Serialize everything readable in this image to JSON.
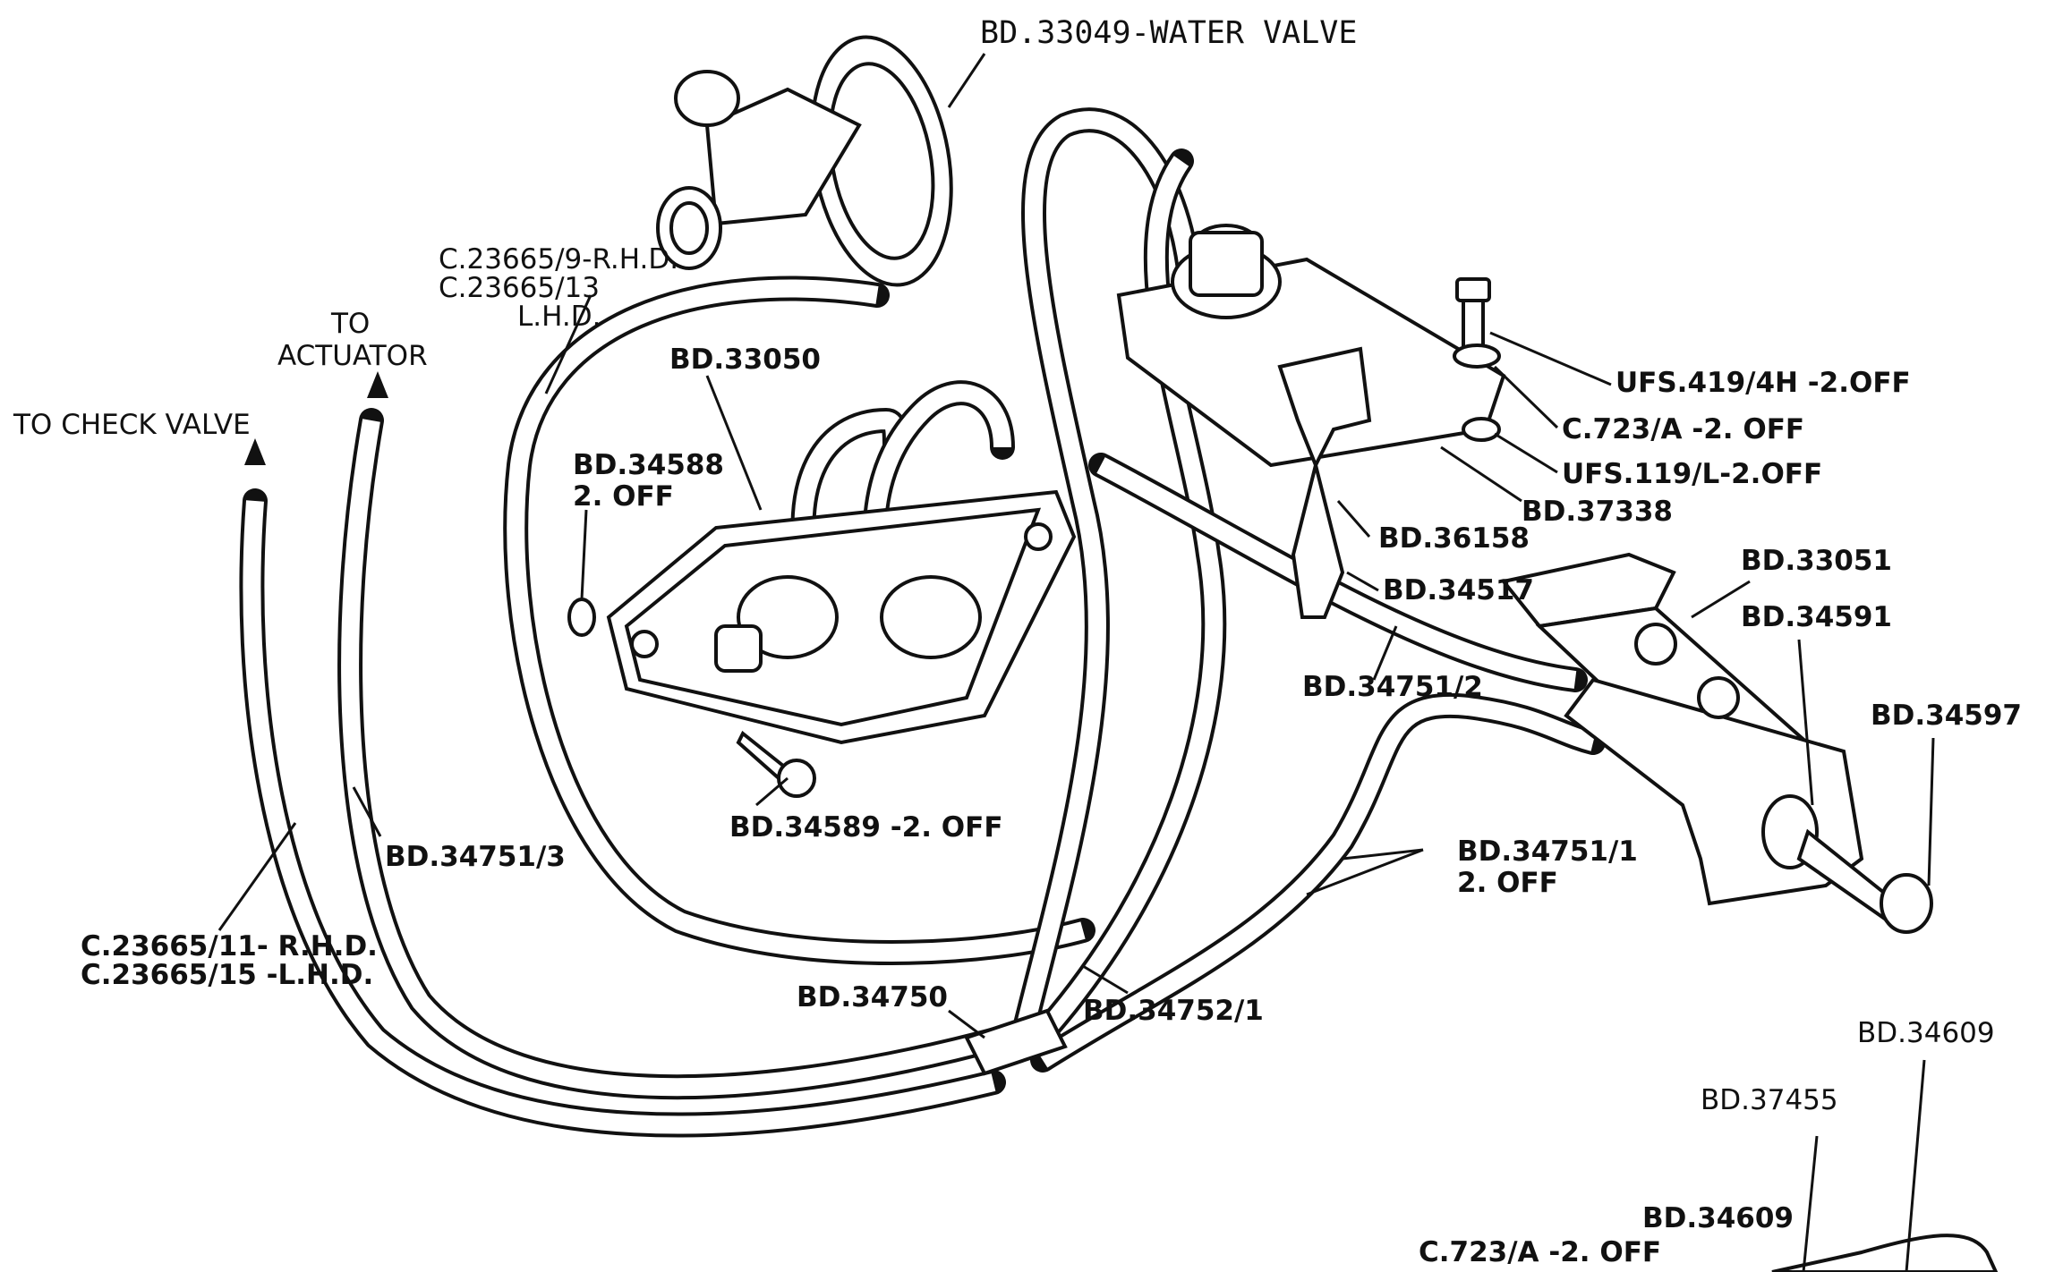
{
  "labels": {
    "water_valve": "BD.33049-WATER VALVE",
    "hose_top_1": "C.23665/9-R.H.D.",
    "hose_top_2": "C.23665/13",
    "hose_top_3": "L.H.D.",
    "to_actuator_1": "TO",
    "to_actuator_2": "ACTUATOR",
    "to_check_valve": "TO CHECK VALVE",
    "bd33050": "BD.33050",
    "bd34588_1": "BD.34588",
    "bd34588_2": "2. OFF",
    "bd34589": "BD.34589 -2. OFF",
    "bd34751_3": "BD.34751/3",
    "hose_bottom_1": "C.23665/11- R.H.D.",
    "hose_bottom_2": "C.23665/15 -L.H.D.",
    "bd34750": "BD.34750",
    "bd34752_1": "BD.34752/1",
    "bd34751_1_a": "BD.34751/1",
    "bd34751_1_b": "2. OFF",
    "bd34751_2": "BD.34751/2",
    "bd34517": "BD.34517",
    "bd36158": "BD.36158",
    "bd37338": "BD.37338",
    "ufs119": "UFS.119/L-2.OFF",
    "c723_a": "C.723/A -2. OFF",
    "ufs419": "UFS.419/4H -2.OFF",
    "bd33051": "BD.33051",
    "bd34591": "BD.34591",
    "bd34597": "BD.34597",
    "bd34609_a": "BD.34609",
    "bd37455": "BD.37455",
    "bd34609_b": "BD.34609",
    "c723_b": "C.723/A -2. OFF"
  }
}
